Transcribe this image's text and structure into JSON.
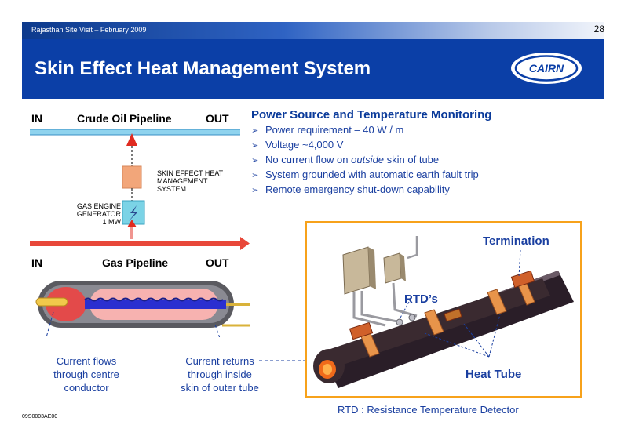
{
  "header": {
    "subtitle": "Rajasthan Site Visit – February 2009",
    "page_number": "28",
    "title": "Skin Effect Heat Management System",
    "logo_text": "CAIRN"
  },
  "diagram": {
    "crude": {
      "in": "IN",
      "label": "Crude Oil Pipeline",
      "out": "OUT"
    },
    "gas": {
      "in": "IN",
      "label": "Gas Pipeline",
      "out": "OUT"
    },
    "sehms_label": [
      "SKIN EFFECT HEAT",
      "MANAGEMENT",
      "SYSTEM"
    ],
    "generator_label": [
      "GAS ENGINE",
      "GENERATOR",
      "1 MW"
    ],
    "caption_left": [
      "Current flows",
      "through centre",
      "conductor"
    ],
    "caption_right": [
      "Current returns",
      "through inside",
      "skin of outer tube"
    ]
  },
  "monitoring": {
    "title": "Power Source and Temperature Monitoring",
    "arrow_glyph": "➢",
    "items": [
      "Power requirement – 40 W / m",
      "Voltage ~4,000 V",
      "No current flow on ",
      "outside",
      " skin of tube",
      "System grounded with automatic earth fault trip",
      "Remote emergency shut-down capability"
    ]
  },
  "illustration": {
    "termination": "Termination",
    "rtds": "RTD’s",
    "heat_tube": "Heat Tube",
    "rtd_definition": "RTD : Resistance Temperature Detector"
  },
  "footer": {
    "doc_id": "09S0003AE00"
  },
  "colors": {
    "title_bar": "#0b3fa7",
    "accent_text": "#1a3fa0",
    "pipeline_red": "#e8483a",
    "pipeline_blue": "#8fd3ee",
    "frame_orange": "#f7a21b"
  }
}
